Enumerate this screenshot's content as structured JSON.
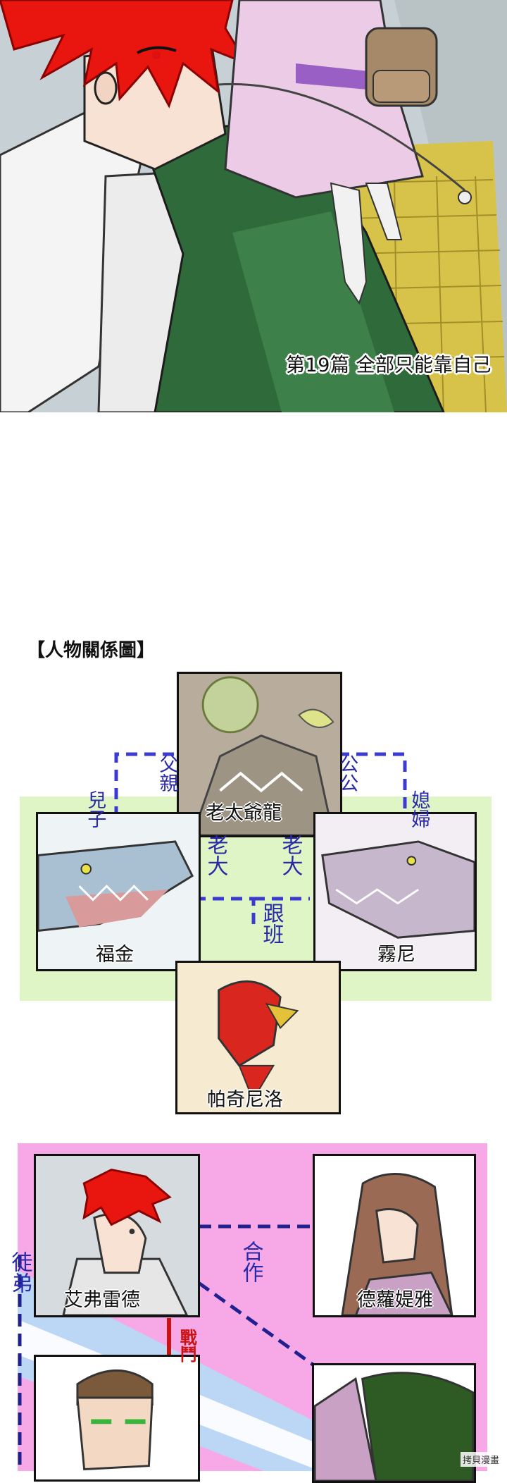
{
  "chapter_caption": "第19篇 全部只能靠自己",
  "relationship_chart": {
    "title": "【人物關係圖】",
    "family_group": {
      "characters": {
        "elder_dragon": "老太爺龍",
        "fukin": "福金",
        "wuni": "霧尼",
        "pachinilo": "帕奇尼洛"
      },
      "relations": {
        "father": "父親",
        "son": "兒子",
        "father_in_law": "公公",
        "daughter_in_law": "媳婦",
        "boss_left": "老大",
        "boss_right": "老大",
        "follower": "跟班"
      }
    },
    "alliance_group": {
      "characters": {
        "alfred": "艾弗雷德",
        "delotia": "德蘿媞雅"
      },
      "relations": {
        "cooperation": "合作",
        "apprentice": "徒弟",
        "battle": "戰鬥"
      }
    }
  },
  "watermark": "拷貝漫畫",
  "colors": {
    "family_bg": "#dff5c6",
    "alliance_bg": "#f6a9e6",
    "relation_blue": "#2a2aa8",
    "battle_red": "#cc1111",
    "hair_red": "#e8160f"
  }
}
